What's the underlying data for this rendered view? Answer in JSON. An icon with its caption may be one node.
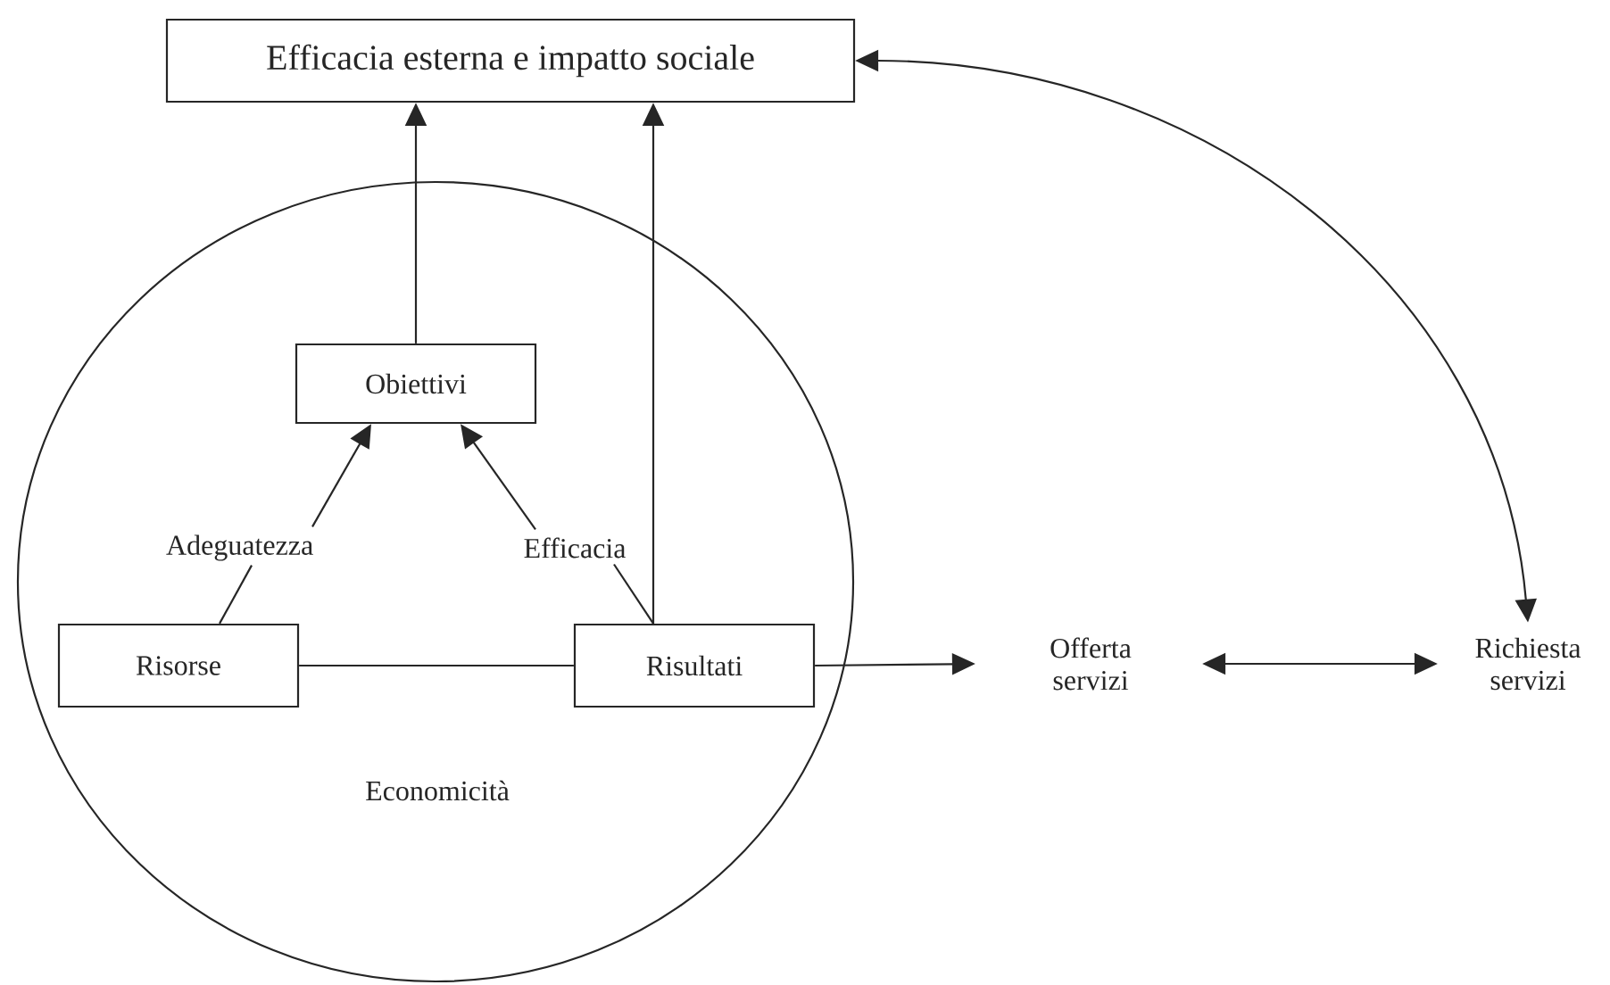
{
  "diagram": {
    "nodes": [
      {
        "text": [
          "Efficacia esterna e impatto sociale"
        ]
      },
      {
        "text": [
          "Economicità"
        ]
      },
      {
        "text": [
          "Obiettivi"
        ],
        "in": 1
      },
      {
        "text": [
          "Adeguatezza"
        ],
        "in": 1
      },
      {
        "text": [
          "Efficacia"
        ],
        "in": 1
      },
      {
        "text": [
          "Risorse"
        ],
        "in": 1
      },
      {
        "text": [
          "Risultati"
        ],
        "in": 1
      },
      {
        "text": [
          "Offerta servizi"
        ]
      },
      {
        "text": [
          "Richiesta servizi"
        ]
      }
    ],
    "edges": [
      {
        "from": 2,
        "to": 0,
        "arrow": "to"
      },
      {
        "from": 6,
        "to": 0,
        "arrow": "to"
      },
      {
        "from": 3,
        "to": 2,
        "arrow": "to"
      },
      {
        "from": 4,
        "to": 2,
        "arrow": "to"
      },
      {
        "from": 5,
        "to": 3,
        "arrow": "none"
      },
      {
        "from": 6,
        "to": 4,
        "arrow": "none"
      },
      {
        "from": 5,
        "to": 6,
        "arrow": "none"
      },
      {
        "from": 6,
        "to": 7,
        "arrow": "to"
      },
      {
        "from": 7,
        "to": 8,
        "arrow": "both"
      },
      {
        "from": 8,
        "to": 0,
        "arrow": "both"
      }
    ]
  }
}
